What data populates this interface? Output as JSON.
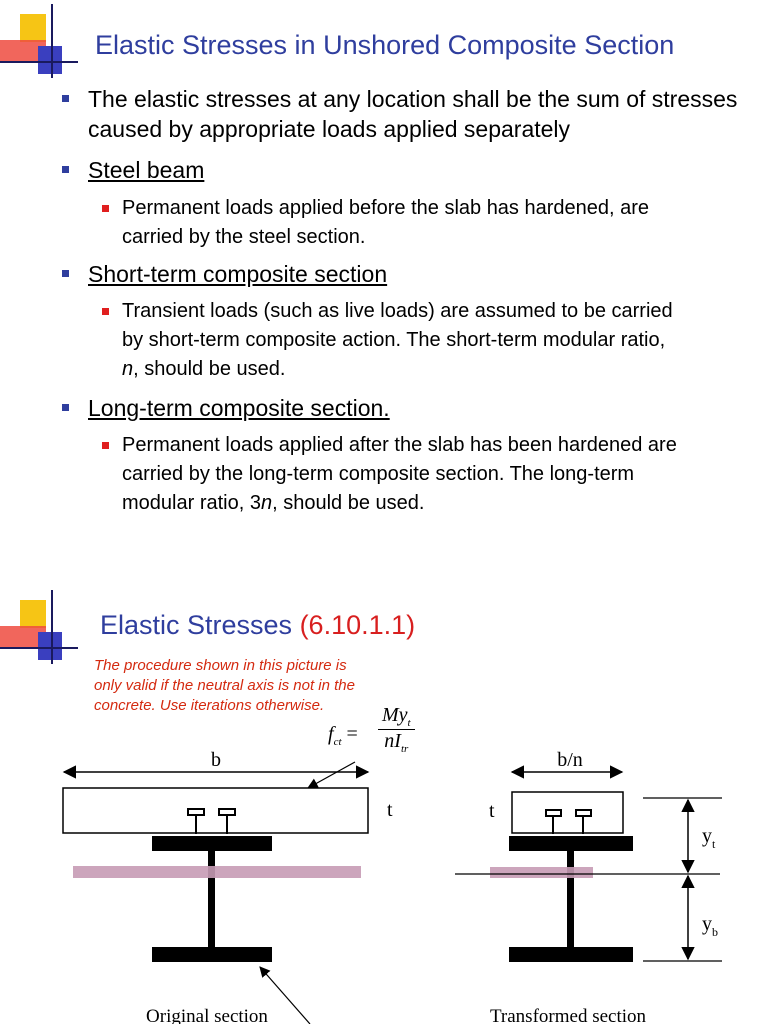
{
  "slide1": {
    "title": "Elastic Stresses in Unshored Composite Section",
    "bullet1": "The elastic stresses at any location shall be the sum of stresses caused by appropriate loads applied separately",
    "steel_beam": {
      "heading": "Steel beam",
      "lines": [
        "Permanent loads applied before the slab has hardened, are",
        "carried by the steel section."
      ]
    },
    "short_term": {
      "heading": "Short-term composite section",
      "lines": [
        "Transient loads (such as live loads) are assumed to be carried",
        "by short-term composite action. The short-term modular ratio,"
      ],
      "last_italic": "n",
      "last_rest": ", should be used."
    },
    "long_term": {
      "heading": "Long-term composite section.",
      "lines": [
        "Permanent loads applied after the slab has been hardened are",
        "carried by the long-term composite section. The long-term"
      ],
      "last_pre": "modular ratio, 3",
      "last_italic": "n",
      "last_rest": ", should be used."
    }
  },
  "slide2": {
    "title": "Elastic Stresses ",
    "title_ref": "(6.10.1.1)",
    "note": "The procedure shown in this picture is only valid if the neutral axis is not in the concrete. Use iterations otherwise.",
    "formula": {
      "lhs": "f",
      "lhs_sub": "ct",
      "eq": " = ",
      "num": "My",
      "num_sub": "t",
      "den": "nI",
      "den_sub": "tr"
    },
    "diagram": {
      "label_b": "b",
      "label_t": "t",
      "label_bn": "b/n",
      "label_yt": "y",
      "label_yt_sub": "t",
      "label_yb": "y",
      "label_yb_sub": "b",
      "caption_original": "Original section",
      "caption_transformed": "Transformed section"
    },
    "colors": {
      "title_blue": "#2f3e9e",
      "ref_red": "#d81f1f",
      "note_red": "#d42a10",
      "neutral_axis_pink": "#c79bb5"
    }
  }
}
